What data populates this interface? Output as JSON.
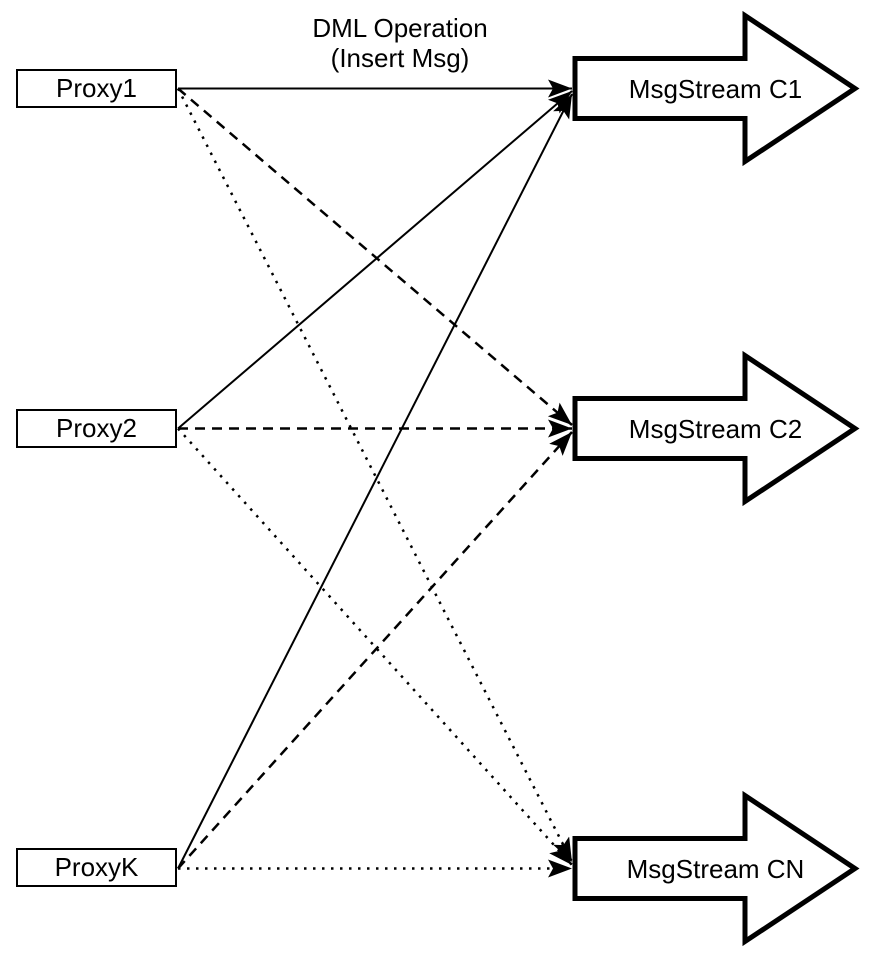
{
  "diagram": {
    "title": {
      "line1": "DML Operation",
      "line2": "(Insert Msg)"
    },
    "proxies": [
      {
        "label": "Proxy1"
      },
      {
        "label": "Proxy2"
      },
      {
        "label": "ProxyK"
      }
    ],
    "streams": [
      {
        "label": "MsgStream C1"
      },
      {
        "label": "MsgStream C2"
      },
      {
        "label": "MsgStream CN"
      }
    ],
    "edges": [
      {
        "from": "Proxy1",
        "to": "MsgStream C1",
        "style": "solid"
      },
      {
        "from": "Proxy1",
        "to": "MsgStream C2",
        "style": "dashed"
      },
      {
        "from": "Proxy1",
        "to": "MsgStream CN",
        "style": "dotted"
      },
      {
        "from": "Proxy2",
        "to": "MsgStream C1",
        "style": "solid"
      },
      {
        "from": "Proxy2",
        "to": "MsgStream C2",
        "style": "dashed"
      },
      {
        "from": "Proxy2",
        "to": "MsgStream CN",
        "style": "dotted"
      },
      {
        "from": "ProxyK",
        "to": "MsgStream C1",
        "style": "solid"
      },
      {
        "from": "ProxyK",
        "to": "MsgStream C2",
        "style": "dashed"
      },
      {
        "from": "ProxyK",
        "to": "MsgStream CN",
        "style": "dotted"
      }
    ],
    "colors": {
      "stroke": "#000000",
      "fill": "#ffffff"
    }
  }
}
